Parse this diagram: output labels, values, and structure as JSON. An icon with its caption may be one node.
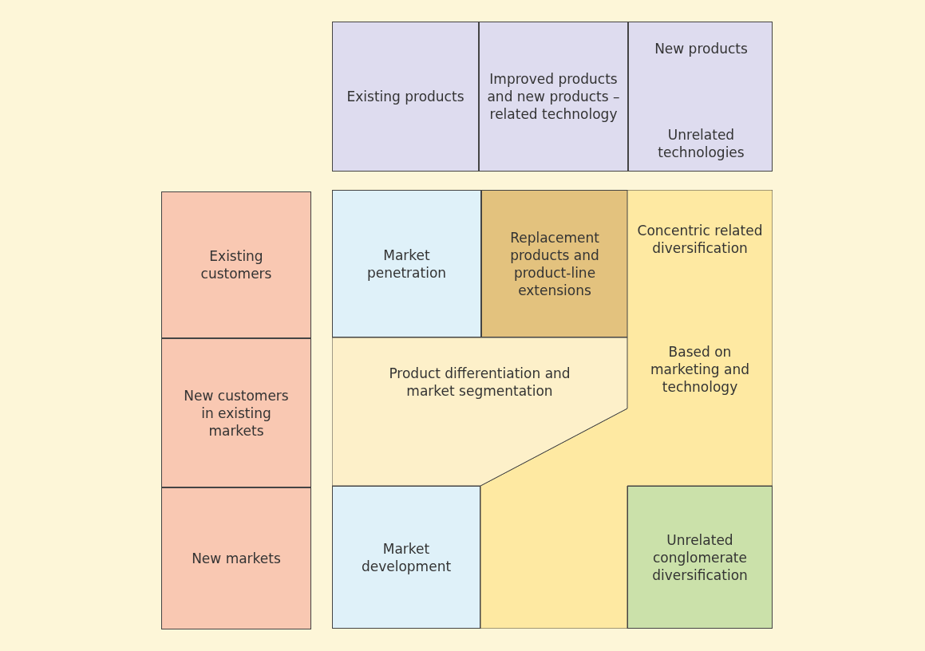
{
  "diagram": {
    "nodes": [
      {
        "text": [
          "Existing products"
        ]
      },
      {
        "text": [
          "Improved products and new products – related technology"
        ]
      },
      {
        "text": [
          "New products",
          "Unrelated technologies"
        ]
      },
      {
        "text": [
          "Existing customers"
        ]
      },
      {
        "text": [
          "Market penetration"
        ]
      },
      {
        "text": [
          "Replacement products and product-line extensions"
        ]
      },
      {
        "text": [
          "Concentric related diversification",
          "Based on marketing and technology"
        ]
      },
      {
        "text": [
          "New customers in existing markets"
        ]
      },
      {
        "text": [
          "Product differentiation and market segmentation"
        ]
      },
      {
        "text": [
          "New markets"
        ]
      },
      {
        "text": [
          "Market development"
        ]
      },
      {
        "text": [
          "Unrelated conglomerate diversification"
        ]
      }
    ]
  }
}
